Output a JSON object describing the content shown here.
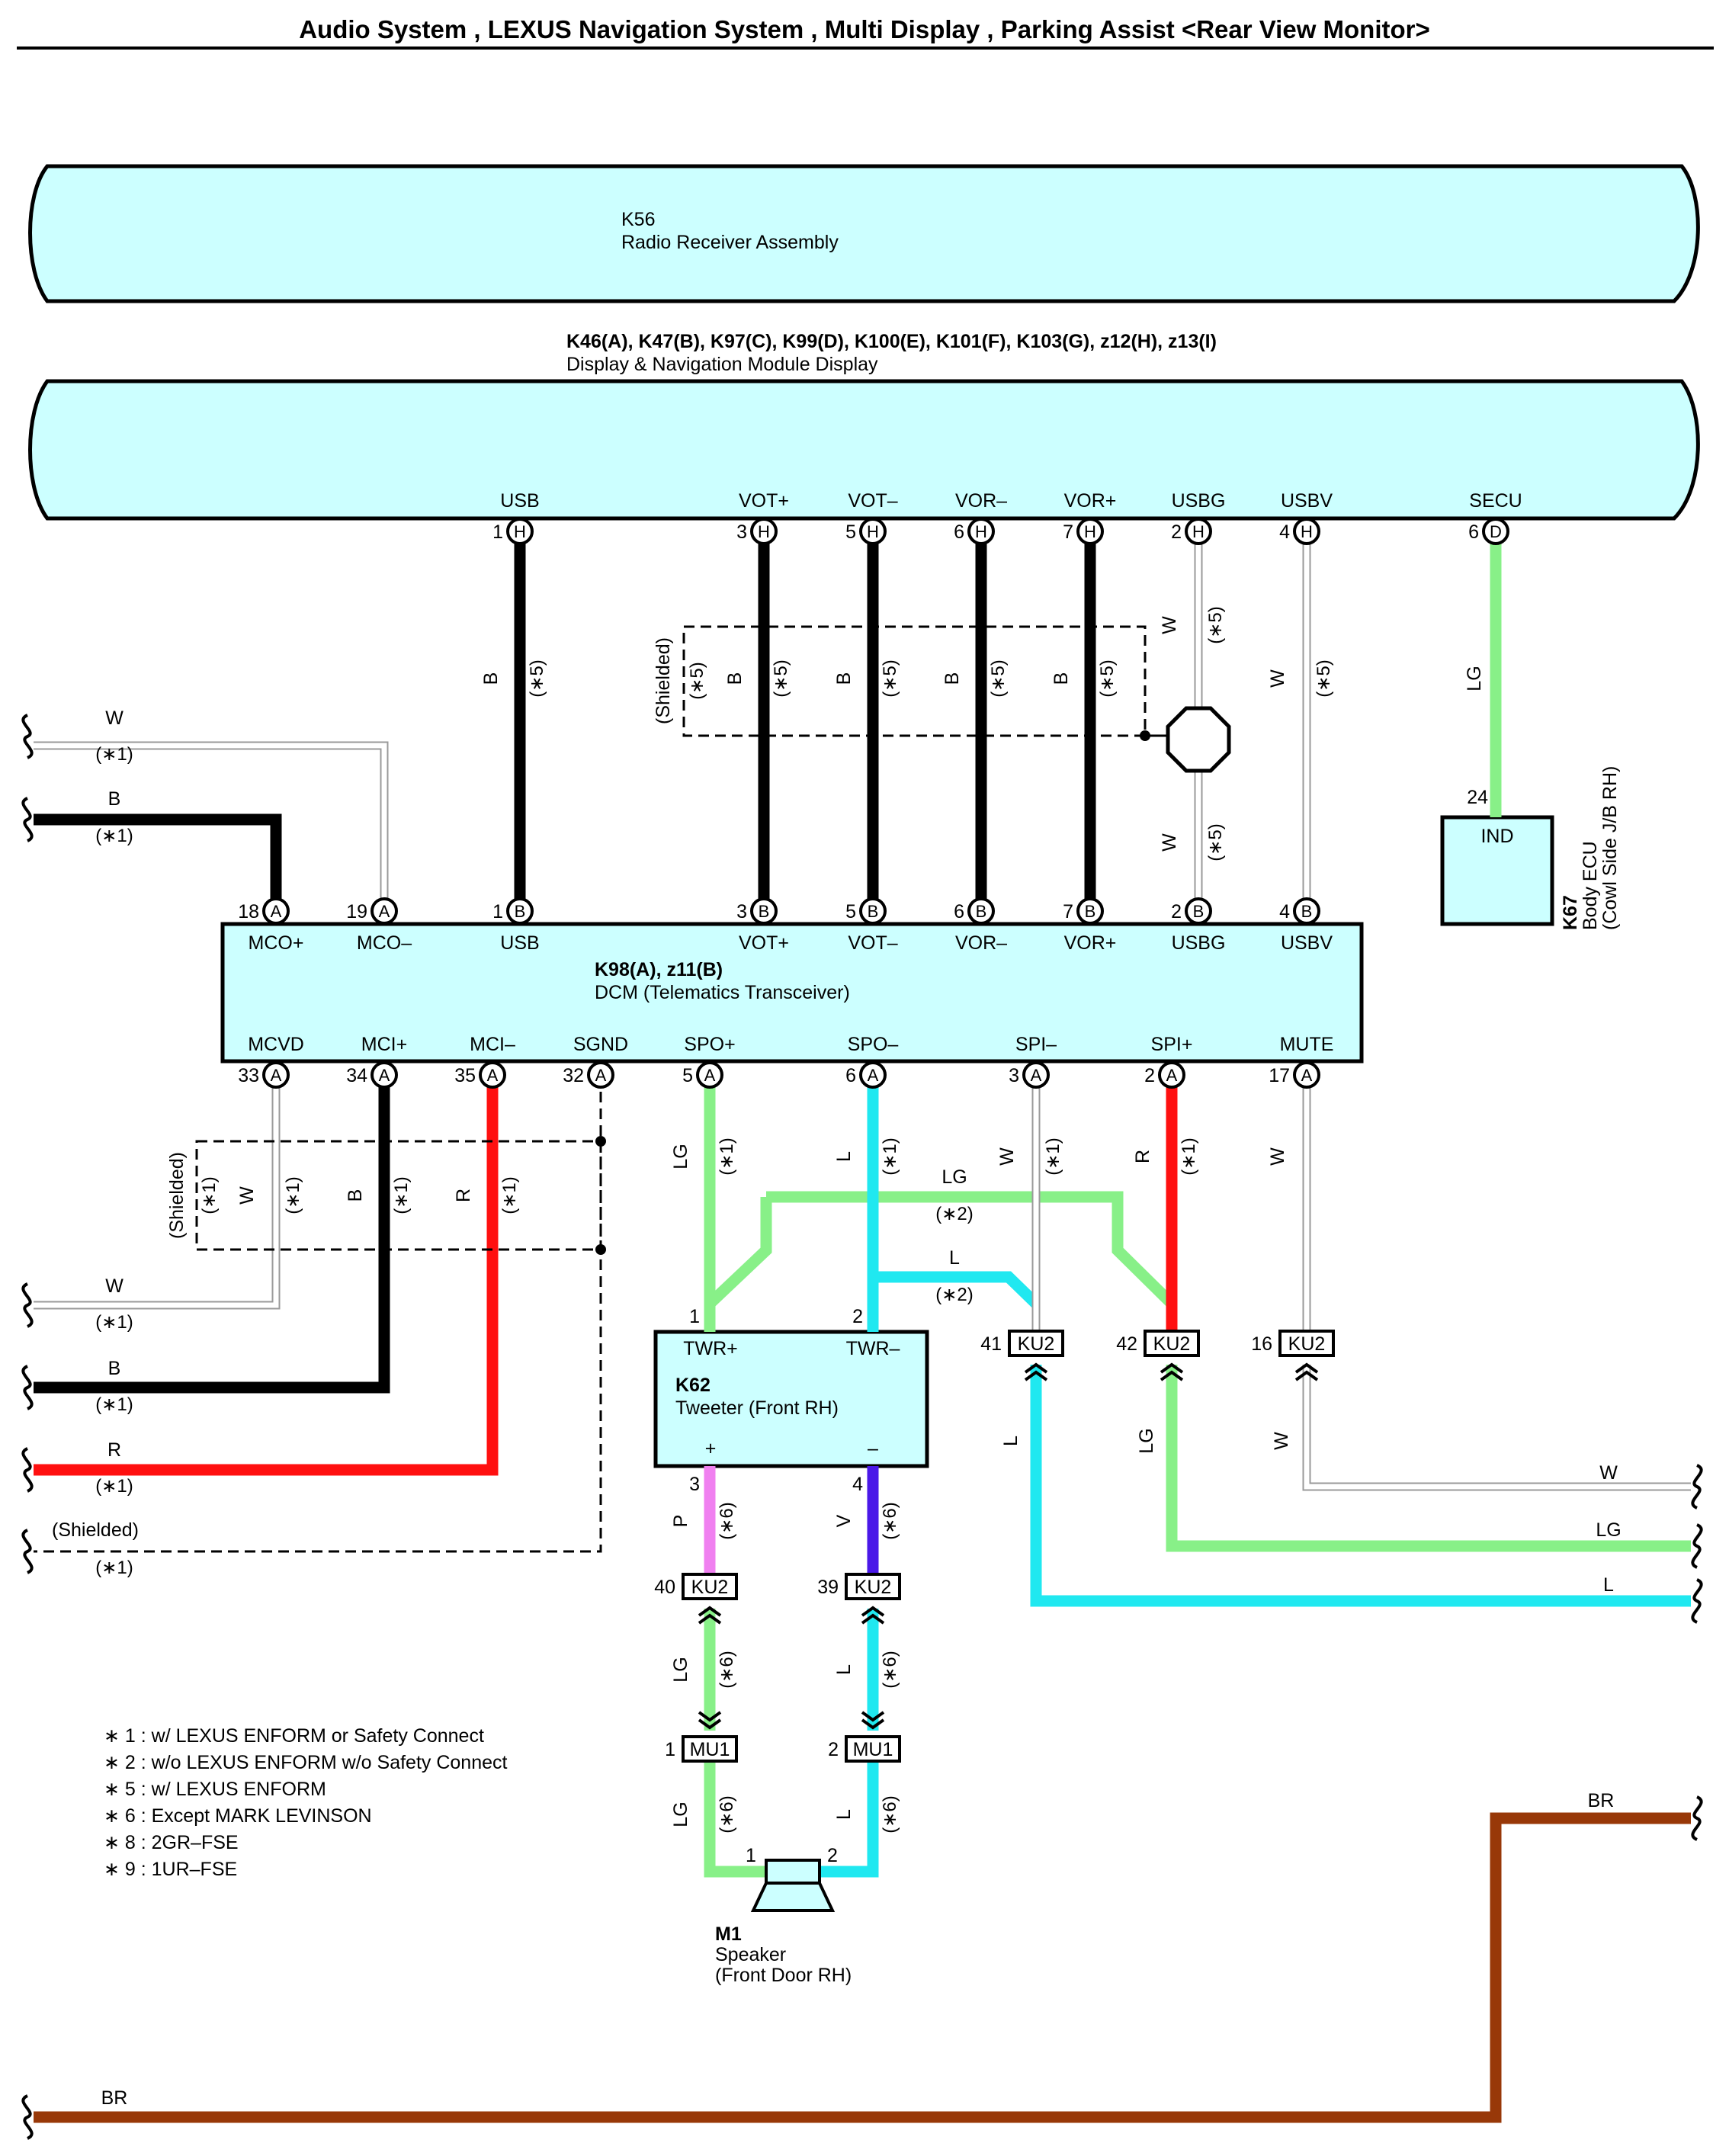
{
  "title": "Audio System , LEXUS Navigation System , Multi Display , Parking Assist <Rear View Monitor>",
  "colors": {
    "B": "#000000",
    "W": "#9a9a9a",
    "LG": "#88f088",
    "L": "#20e8f0",
    "R": "#ff1010",
    "P": "#f080f0",
    "V": "#4a18e8",
    "BR": "#983808",
    "component_fill": "#ccffff"
  },
  "components": {
    "k56": {
      "code": "K56",
      "name": "Radio Receiver Assembly"
    },
    "display": {
      "code": "K46(A), K47(B), K97(C), K99(D), K100(E), K101(F), K103(G), z12(H), z13(I)",
      "name": "Display & Navigation Module Display"
    },
    "dcm": {
      "code": "K98(A), z11(B)",
      "name": "DCM (Telematics Transceiver)"
    },
    "k67": {
      "code": "K67",
      "name": "Body ECU",
      "sub": "(Cowl Side J/B RH)",
      "pin_label": "IND",
      "pin": "24"
    },
    "k62": {
      "code": "K62",
      "name": "Tweeter (Front RH)",
      "twr_plus": "TWR+",
      "twr_minus": "TWR–",
      "plus": "+",
      "minus": "–"
    },
    "m1": {
      "code": "M1",
      "name": "Speaker",
      "sub": "(Front Door RH)",
      "pin1": "1",
      "pin2": "2"
    }
  },
  "display_pins": [
    {
      "name": "USB",
      "num": "1",
      "conn": "H"
    },
    {
      "name": "VOT+",
      "num": "3",
      "conn": "H"
    },
    {
      "name": "VOT–",
      "num": "5",
      "conn": "H"
    },
    {
      "name": "VOR–",
      "num": "6",
      "conn": "H"
    },
    {
      "name": "VOR+",
      "num": "7",
      "conn": "H"
    },
    {
      "name": "USBG",
      "num": "2",
      "conn": "H"
    },
    {
      "name": "USBV",
      "num": "4",
      "conn": "H"
    },
    {
      "name": "SECU",
      "num": "6",
      "conn": "D"
    }
  ],
  "dcm_top_pins": [
    {
      "name": "MCO+",
      "num": "18",
      "conn": "A"
    },
    {
      "name": "MCO–",
      "num": "19",
      "conn": "A"
    },
    {
      "name": "USB",
      "num": "1",
      "conn": "B"
    },
    {
      "name": "VOT+",
      "num": "3",
      "conn": "B"
    },
    {
      "name": "VOT–",
      "num": "5",
      "conn": "B"
    },
    {
      "name": "VOR–",
      "num": "6",
      "conn": "B"
    },
    {
      "name": "VOR+",
      "num": "7",
      "conn": "B"
    },
    {
      "name": "USBG",
      "num": "2",
      "conn": "B"
    },
    {
      "name": "USBV",
      "num": "4",
      "conn": "B"
    }
  ],
  "dcm_bottom_pins": [
    {
      "name": "MCVD",
      "num": "33",
      "conn": "A"
    },
    {
      "name": "MCI+",
      "num": "34",
      "conn": "A"
    },
    {
      "name": "MCI–",
      "num": "35",
      "conn": "A"
    },
    {
      "name": "SGND",
      "num": "32",
      "conn": "A"
    },
    {
      "name": "SPO+",
      "num": "5",
      "conn": "A"
    },
    {
      "name": "SPO–",
      "num": "6",
      "conn": "A"
    },
    {
      "name": "SPI–",
      "num": "3",
      "conn": "A"
    },
    {
      "name": "SPI+",
      "num": "2",
      "conn": "A"
    },
    {
      "name": "MUTE",
      "num": "17",
      "conn": "A"
    }
  ],
  "wire_labels": {
    "B": "B",
    "W": "W",
    "LG": "LG",
    "L": "L",
    "R": "R",
    "P": "P",
    "V": "V",
    "BR": "BR",
    "shielded": "(Shielded)",
    "n1": "(∗1)",
    "n2": "(∗2)",
    "n5": "(∗5)",
    "n6": "(∗6)"
  },
  "junctions": {
    "ku2_41": {
      "num": "41",
      "name": "KU2"
    },
    "ku2_42": {
      "num": "42",
      "name": "KU2"
    },
    "ku2_16": {
      "num": "16",
      "name": "KU2"
    },
    "ku2_40": {
      "num": "40",
      "name": "KU2"
    },
    "ku2_39": {
      "num": "39",
      "name": "KU2"
    },
    "mu1_1": {
      "num": "1",
      "name": "MU1"
    },
    "mu1_2": {
      "num": "2",
      "name": "MU1"
    }
  },
  "tweeter_pins": {
    "p1": "1",
    "p2": "2",
    "p3": "3",
    "p4": "4"
  },
  "notes": [
    "∗ 1 : w/ LEXUS ENFORM or Safety Connect",
    "∗ 2 : w/o LEXUS ENFORM w/o Safety Connect",
    "∗ 5 : w/ LEXUS ENFORM",
    "∗ 6 : Except MARK LEVINSON",
    "∗ 8 : 2GR–FSE",
    "∗ 9 : 1UR–FSE"
  ]
}
